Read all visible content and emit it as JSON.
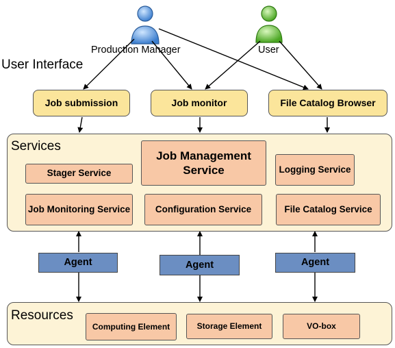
{
  "actors": {
    "production_manager": {
      "label": "Production Manager",
      "color": "#4a90d9"
    },
    "user": {
      "label": "User",
      "color": "#5cb82f"
    }
  },
  "sections": {
    "user_interface": "User Interface",
    "services": "Services",
    "resources": "Resources"
  },
  "ui_boxes": {
    "job_submission": "Job submission",
    "job_monitor": "Job monitor",
    "file_catalog_browser": "File Catalog Browser"
  },
  "services": {
    "stager": "Stager Service",
    "job_management": "Job Management Service",
    "logging": "Logging Service",
    "job_monitoring": "Job Monitoring Service",
    "configuration": "Configuration Service",
    "file_catalog": "File Catalog Service"
  },
  "agents": {
    "agent_label": "Agent"
  },
  "resources": {
    "computing_element": "Computing Element",
    "storage_element": "Storage Element",
    "vo_box": "VO-box"
  },
  "colors": {
    "ui_box": "#fbe59b",
    "panel": "#fdf3d6",
    "service_box": "#f8c8a6",
    "agent_box": "#6b8ec2"
  }
}
